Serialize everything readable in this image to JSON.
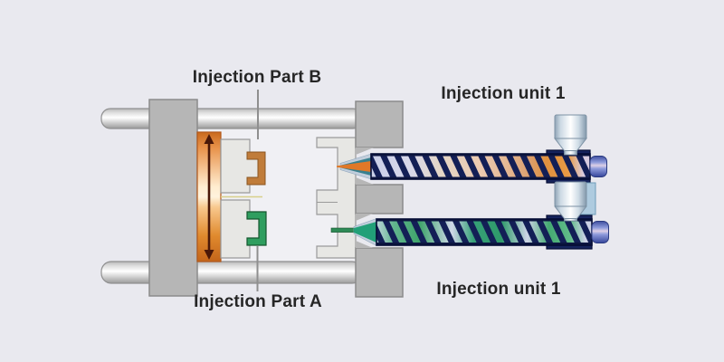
{
  "theme": {
    "bg": "#e9e9ef",
    "label-color": "#262626",
    "platen-gray": "#b6b6b6",
    "platen-border": "#8b8b8b",
    "mold-gray": "#e7e7e4",
    "mold-border": "#9a9a9a",
    "tiebar-border": "#909090",
    "part-b-orange": "#c07c3a",
    "part-b-outline": "#8a5520",
    "part-a-green": "#2f9e5f",
    "part-a-outline": "#14572e",
    "barrel-navy": "#16235c",
    "barrel-outline": "#060d35",
    "melt-orange": "#e07828",
    "melt-green": "#2e8a55",
    "nozzle-teal": "#38808f",
    "nozzle-teal-bright": "#22a078",
    "leader-gray": "#8f8f8f"
  },
  "diagram": {
    "labels": {
      "part_b": "Injection Part B",
      "unit_top": "Injection unit 1",
      "part_a": "Injection Part A",
      "unit_bottom": "Injection unit 1"
    }
  }
}
